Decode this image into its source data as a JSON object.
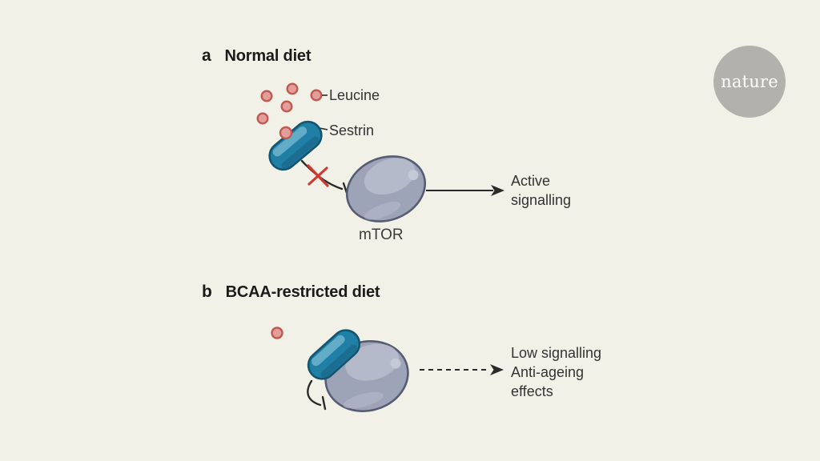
{
  "figure": {
    "background": "#f2f1e8",
    "description_text_color": "#333331"
  },
  "logo": {
    "text": "nature",
    "circle_color": "#b3b1ab",
    "text_color": "#ffffff"
  },
  "panel_a": {
    "key": "a",
    "title": "Normal diet",
    "labels": {
      "leucine": "Leucine",
      "sestrin": "Sestrin",
      "mtor": "mTOR",
      "outcome": "Active\nsignalling"
    }
  },
  "panel_b": {
    "key": "b",
    "title": "BCAA-restricted diet",
    "labels": {
      "outcome": "Low signalling\nAnti-ageing\neffects"
    }
  },
  "colors": {
    "leucine_fill": "#e39e99",
    "leucine_highlight": "#edb7b2",
    "leucine_stroke": "#bf5a53",
    "sestrin_fill": "#1f7fa5",
    "sestrin_highlight": "#6fb4cd",
    "sestrin_shadow": "#176184",
    "sestrin_stroke": "#14546e",
    "mtor_fill": "#9da4b7",
    "mtor_highlight": "#bcc2d0",
    "mtor_spot": "#c6ccd8",
    "mtor_stroke": "#565c72",
    "line_color": "#2a2a28",
    "cross_color": "#cf3a30"
  }
}
